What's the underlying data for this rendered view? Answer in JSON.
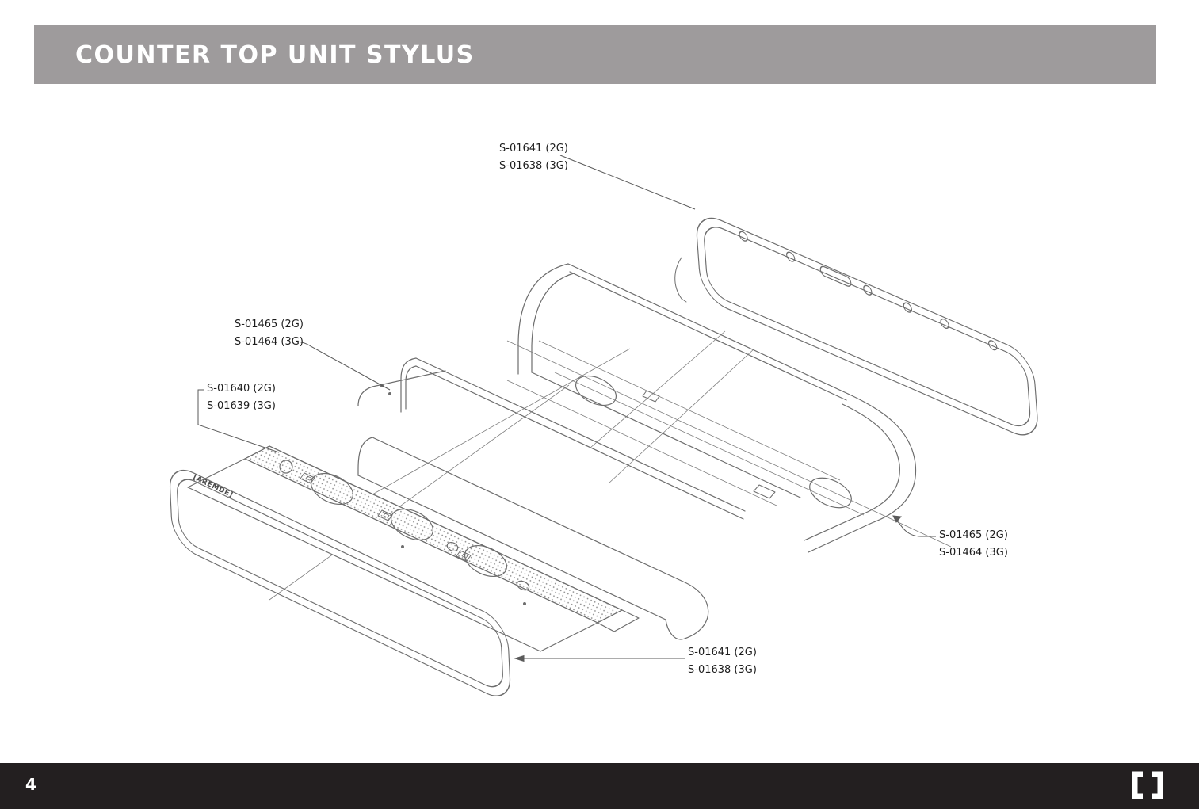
{
  "header": {
    "title": "COUNTER TOP UNIT STYLUS",
    "bar_color": "#9e9b9c",
    "title_color": "#ffffff"
  },
  "diagram": {
    "product_logo_text": "[AREMDE]",
    "line_color": "#6d6d6d",
    "labels": [
      {
        "id": "top-glass-panel",
        "lines": [
          "S-01641 (2G)",
          "S-01638 (3G)"
        ]
      },
      {
        "id": "chassis-frame-left",
        "lines": [
          "S-01465 (2G)",
          "S-01464 (3G)"
        ]
      },
      {
        "id": "faceplate",
        "lines": [
          "S-01640 (2G)",
          "S-01639 (3G)"
        ]
      },
      {
        "id": "chassis-frame-right",
        "lines": [
          "S-01465 (2G)",
          "S-01464 (3G)"
        ]
      },
      {
        "id": "bottom-glass-panel",
        "lines": [
          "S-01641 (2G)",
          "S-01638 (3G)"
        ]
      }
    ]
  },
  "footer": {
    "page_number": "4",
    "bar_color": "#231f20",
    "logo_name": "bracket-logo"
  }
}
